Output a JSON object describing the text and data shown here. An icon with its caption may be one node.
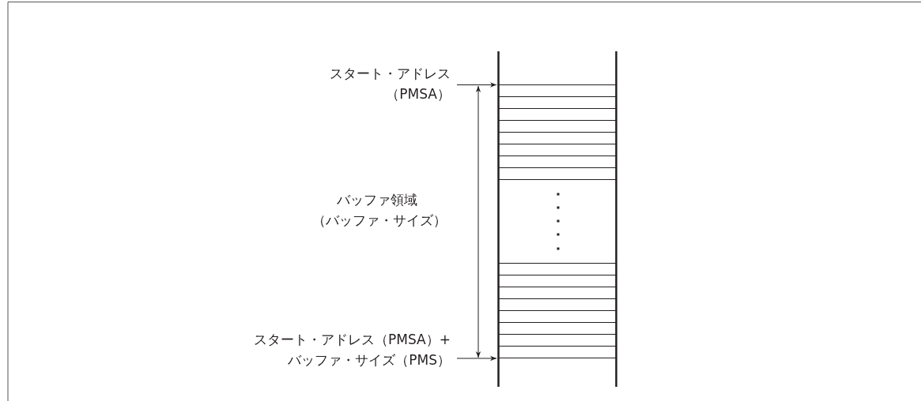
{
  "diagram": {
    "nodes": [
      {
        "text": [
          "スタート・アドレス",
          "（PMSA）"
        ]
      },
      {
        "text": [],
        "shape": "box"
      },
      {
        "text": [
          "スタート・アドレス（PMSA）+",
          "バッファ・サイズ（PMS）"
        ]
      }
    ],
    "edges": [
      {
        "from": 0,
        "to": 1,
        "arrow": "to"
      },
      {
        "from": 2,
        "to": 1,
        "arrow": "to"
      }
    ],
    "labels": [
      "バッファ領域",
      "（バッファ・サイズ）"
    ]
  }
}
